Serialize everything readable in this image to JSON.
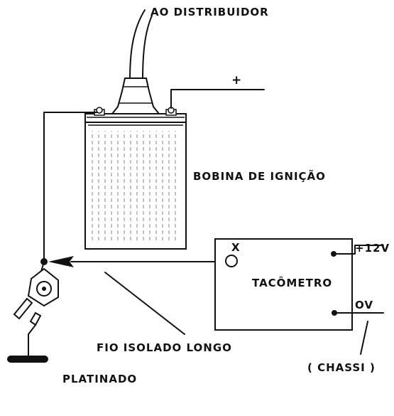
{
  "labels": {
    "distributor": "AO DISTRIBUIDOR",
    "plus": "+",
    "coil": "BOBINA DE IGNIÇÃO",
    "tachometer": "TACÔMETRO",
    "terminal_x": "X",
    "supply_12v": "+12V",
    "supply_0v": "OV",
    "chassis": "( CHASSI )",
    "long_wire": "FIO  ISOLADO LONGO",
    "points": "PLATINADO"
  }
}
